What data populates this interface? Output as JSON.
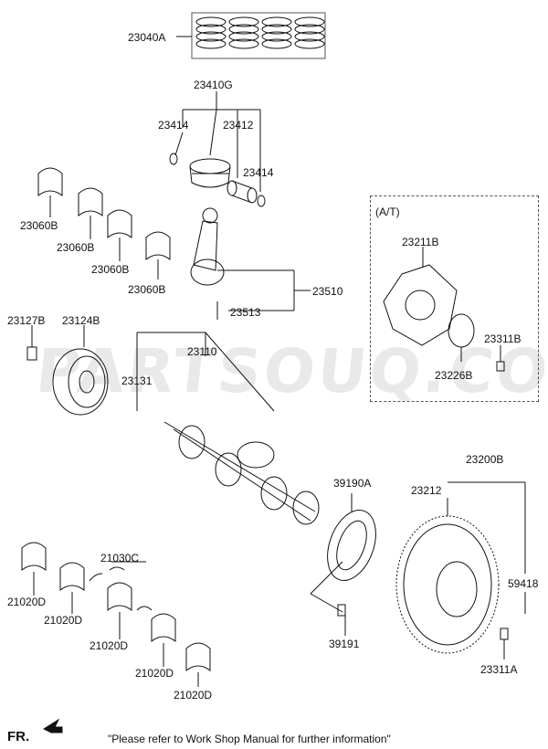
{
  "watermark": "PARTSOUQ.COM",
  "at_label": "(A/T)",
  "footer": {
    "fr_label": "FR.",
    "note": "\"Please refer to Work Shop Manual for further information\""
  },
  "labels": {
    "p23040A": "23040A",
    "p23410G": "23410G",
    "p23414a": "23414",
    "p23412": "23412",
    "p23414b": "23414",
    "p23060B_1": "23060B",
    "p23060B_2": "23060B",
    "p23060B_3": "23060B",
    "p23060B_4": "23060B",
    "p23510": "23510",
    "p23513": "23513",
    "p23127B": "23127B",
    "p23124B": "23124B",
    "p23110": "23110",
    "p23131": "23131",
    "p23211B": "23211B",
    "p23311B": "23311B",
    "p23226B": "23226B",
    "p39190A": "39190A",
    "p23200B": "23200B",
    "p23212": "23212",
    "p59418": "59418",
    "p21030C": "21030C",
    "p21020D_1": "21020D",
    "p21020D_2": "21020D",
    "p21020D_3": "21020D",
    "p21020D_4": "21020D",
    "p21020D_5": "21020D",
    "p39191": "39191",
    "p23311A": "23311A"
  }
}
